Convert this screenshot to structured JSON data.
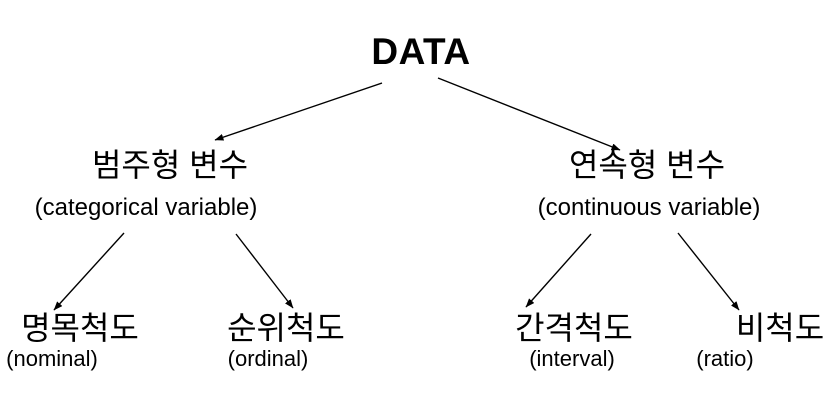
{
  "diagram": {
    "type": "tree",
    "colors": {
      "background": "#ffffff",
      "text": "#000000",
      "line": "#000000"
    },
    "nodes": {
      "root": {
        "label": "DATA"
      },
      "categorical": {
        "ko": "범주형 변수",
        "en": "(categorical variable)"
      },
      "continuous": {
        "ko": "연속형 변수",
        "en": "(continuous variable)"
      },
      "nominal": {
        "ko": "명목척도",
        "en": "(nominal)"
      },
      "ordinal": {
        "ko": "순위척도",
        "en": "(ordinal)"
      },
      "interval": {
        "ko": "간격척도",
        "en": "(interval)"
      },
      "ratio": {
        "ko": "비척도",
        "en": "(ratio)"
      }
    },
    "edges": [
      {
        "from": "DATA",
        "to": "범주형 변수"
      },
      {
        "from": "DATA",
        "to": "연속형 변수"
      },
      {
        "from": "범주형 변수",
        "to": "명목척도"
      },
      {
        "from": "범주형 변수",
        "to": "순위척도"
      },
      {
        "from": "연속형 변수",
        "to": "간격척도"
      },
      {
        "from": "연속형 변수",
        "to": "비척도"
      }
    ]
  }
}
